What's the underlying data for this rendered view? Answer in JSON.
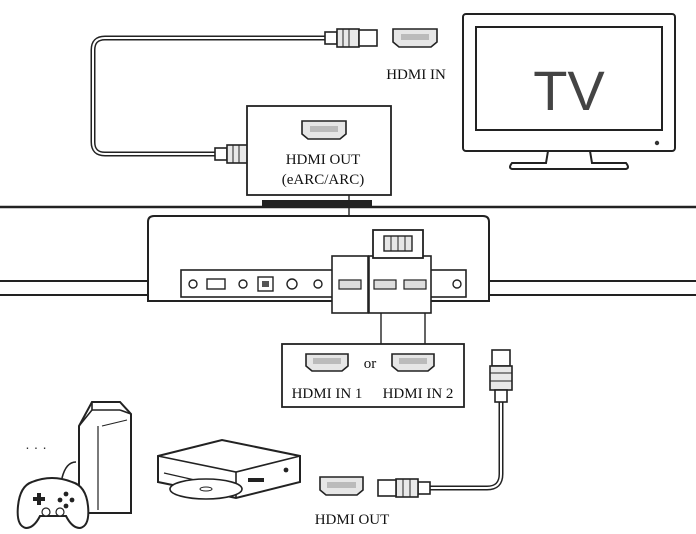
{
  "tv": {
    "label": "TV"
  },
  "labels": {
    "tv_hdmi_in": "HDMI IN",
    "soundbar_hdmi_out": "HDMI OUT",
    "soundbar_hdmi_out_mode": "(eARC/ARC)",
    "hdmi_in_1": "HDMI IN 1",
    "or": "or",
    "hdmi_in_2": "HDMI IN 2",
    "source_hdmi_out": "HDMI OUT"
  },
  "other_devices": "· · ·",
  "colors": {
    "line": "#222222",
    "port_fill": "#e6e6e6",
    "panel_fill": "#f4f4f4"
  }
}
